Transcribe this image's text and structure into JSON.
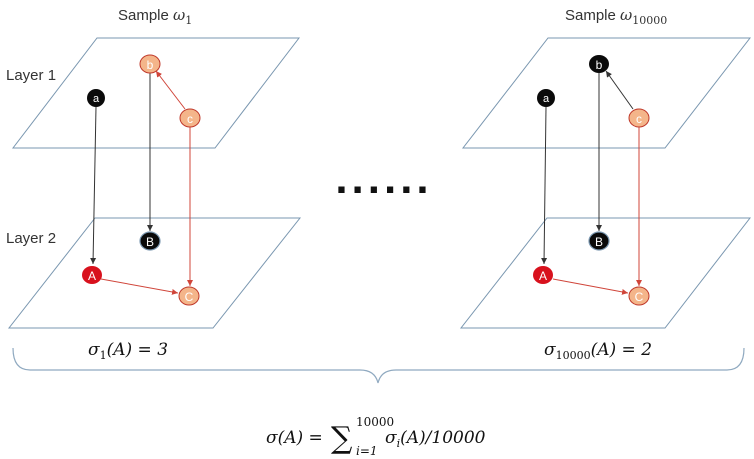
{
  "left_sample": {
    "title_prefix": "Sample ",
    "title_omega": "ω",
    "title_sub": "1",
    "layer1_label": "Layer 1",
    "layer2_label": "Layer 2",
    "sigma_label_main": "σ",
    "sigma_label_sub": "1",
    "sigma_label_rest": "(A) = 3",
    "nodes": {
      "a": {
        "label": "a",
        "active": false
      },
      "b": {
        "label": "b",
        "active": true
      },
      "c": {
        "label": "c",
        "active": true
      },
      "A": {
        "label": "A",
        "seed": true
      },
      "B": {
        "label": "B",
        "active": false
      },
      "C": {
        "label": "C",
        "active": true
      }
    }
  },
  "right_sample": {
    "title_prefix": "Sample ",
    "title_omega": "ω",
    "title_sub": "10000",
    "sigma_label_main": "σ",
    "sigma_label_sub": "10000",
    "sigma_label_rest": "(A) = 2",
    "nodes": {
      "a": {
        "label": "a",
        "active": false
      },
      "b": {
        "label": "b",
        "active": false
      },
      "c": {
        "label": "c",
        "active": true
      },
      "A": {
        "label": "A",
        "seed": true
      },
      "B": {
        "label": "B",
        "active": false
      },
      "C": {
        "label": "C",
        "active": true
      }
    }
  },
  "ellipsis": "......",
  "formula": {
    "lhs": "σ(A) = ",
    "sum": "∑",
    "upper": "10000",
    "lower": "i=1",
    "term_main": "σ",
    "term_sub": "i",
    "term_rest": "(A)/10000"
  },
  "colors": {
    "plane_stroke": "#7a97b0",
    "black_node": "#0a0a0a",
    "seed_node": "#d8111d",
    "active_fill": "#f4b58a",
    "active_stroke": "#c0392b",
    "red_edge": "#d0453a",
    "black_edge": "#333333",
    "brace": "#8fa9c0"
  }
}
